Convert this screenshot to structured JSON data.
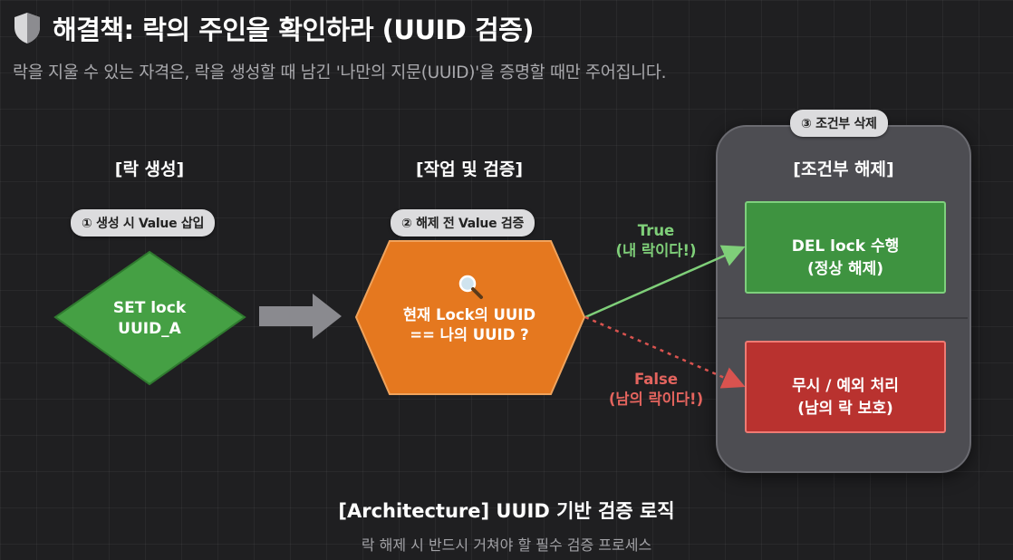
{
  "header": {
    "title": "해결책: 락의 주인을 확인하라 (UUID 검증)",
    "subtitle": "락을 지울 수 있는 자격은, 락을 생성할 때 남긴 '나만의 지문(UUID)'을 증명할 때만 주어집니다.",
    "icon": "shield-icon"
  },
  "stages": [
    {
      "heading": "[락 생성]",
      "pill": "① 생성 시 Value 삽입",
      "shape": "diamond",
      "lines": [
        "SET lock",
        "UUID_A"
      ],
      "color": "#45a044"
    },
    {
      "heading": "[작업 및 검증]",
      "pill": "② 해제 전 Value 검증",
      "shape": "hexagon",
      "icon": "magnifier-icon",
      "lines": [
        "현재 Lock의 UUID",
        "== 나의 UUID ?"
      ],
      "color": "#e5781f"
    },
    {
      "heading": "[조건부 해제]",
      "pill": "③ 조건부 삭제"
    }
  ],
  "branches": {
    "true": {
      "line1": "True",
      "line2": "(내 락이다!)",
      "color": "#7fcf79"
    },
    "false": {
      "line1": "False",
      "line2": "(남의 락이다!)",
      "color": "#e4645e"
    }
  },
  "results": {
    "success": {
      "icon": "check-icon",
      "line1": "DEL lock 수행",
      "line2": "(정상 해제)",
      "color": "#3e9340"
    },
    "fail": {
      "icon": "prohibited-icon",
      "line1": "무시 / 예외 처리",
      "line2": "(남의 락 보호)",
      "color": "#b9322f"
    }
  },
  "footer": {
    "title": "[Architecture] UUID 기반 검증 로직",
    "subtitle": "락 해제 시 반드시 거쳐야 할 필수 검증 프로세스"
  }
}
